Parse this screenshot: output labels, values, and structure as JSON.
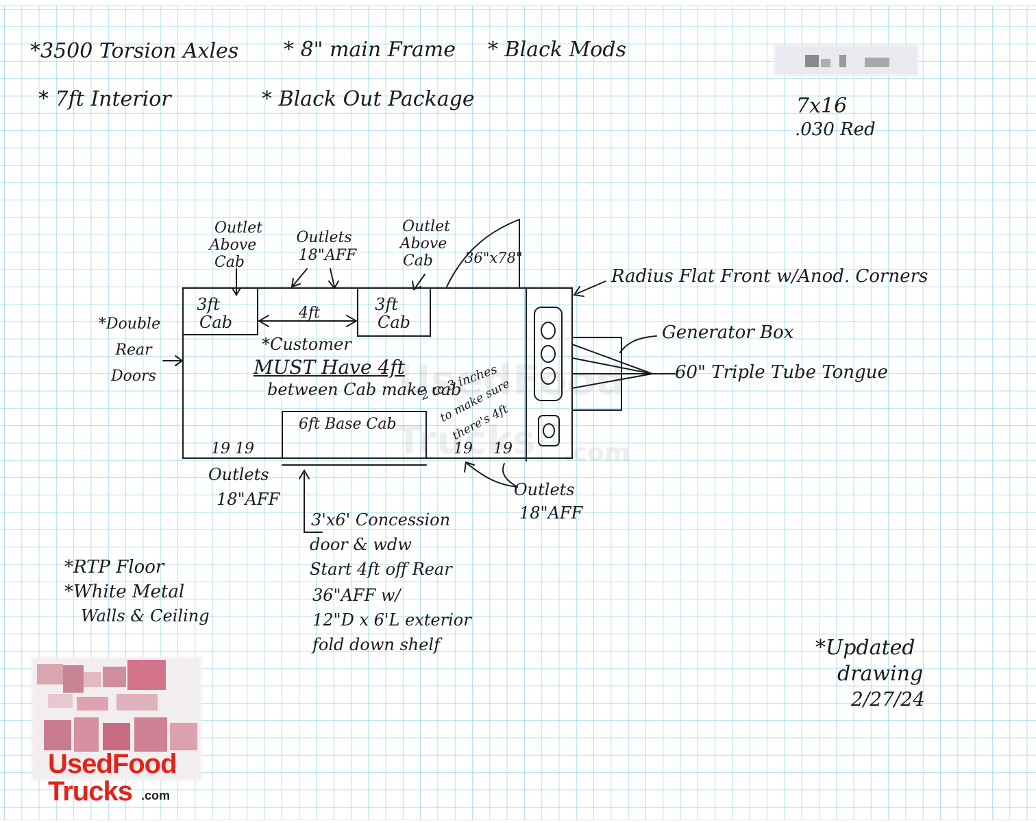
{
  "notes": {
    "top_line1": [
      "*3500 Torsion Axles",
      "* 8\" main Frame",
      "* Black Mods"
    ],
    "top_line2": [
      "* 7ft Interior",
      "* Black Out Package"
    ],
    "size": "7x16",
    "color": ".030 Red"
  },
  "labels": {
    "outlet_above_cab_left": [
      "Outlet",
      "Above",
      "Cab"
    ],
    "outlets_top": [
      "Outlets",
      "18\"AFF"
    ],
    "outlet_above_cab_right": [
      "Outlet",
      "Above",
      "Cab"
    ],
    "door_size": "36\"x78\"",
    "radius_front": "Radius Flat Front w/Anod. Corners",
    "generator_box": "Generator Box",
    "tongue": "60\" Triple Tube Tongue",
    "double_rear_doors": [
      "*Double",
      "Rear",
      "Doors"
    ],
    "cab_left": [
      "3ft",
      "Cab"
    ],
    "cab_right": [
      "3ft",
      "Cab"
    ],
    "span_4ft": "4ft",
    "customer_note": [
      "*Customer",
      "MUST Have 4ft",
      "between Cab make cab"
    ],
    "customer_note_side": [
      "2 to 3 inches",
      "to make sure",
      "there's 4ft"
    ],
    "base_cab": "6ft Base Cab",
    "outlet_marks_left": "19 19",
    "outlet_marks_right": [
      "19",
      "19"
    ],
    "outlets_bottom_left": [
      "Outlets",
      "18\"AFF"
    ],
    "outlets_bottom_right": [
      "Outlets",
      "18\"AFF"
    ],
    "concession": [
      "3'x6' Concession",
      "door & wdw",
      "Start 4ft off Rear",
      "36\"AFF w/",
      "12\"D x 6'L exterior",
      "fold down shelf"
    ],
    "floor_walls": [
      "*RTP Floor",
      "*White Metal",
      "Walls & Ceiling"
    ],
    "updated": [
      "*Updated",
      "drawing",
      "2/27/24"
    ]
  },
  "watermark": [
    "UsedFood",
    "Trucks",
    ".com"
  ],
  "logo": {
    "line1": "UsedFood",
    "line2": "Trucks",
    "suffix": ".com",
    "color": "#e2231a"
  }
}
